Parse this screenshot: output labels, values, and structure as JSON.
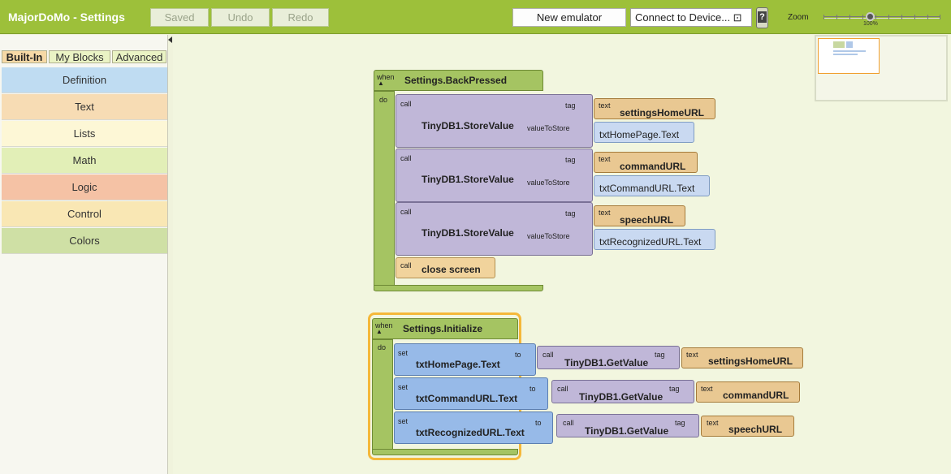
{
  "app": {
    "title": "MajorDoMo - Settings"
  },
  "toolbar": {
    "saved": "Saved",
    "undo": "Undo",
    "redo": "Redo",
    "new_emulator": "New emulator",
    "connect": "Connect to Device... ⊡",
    "phone_help": "?",
    "zoom_label": "Zoom",
    "zoom_value": "100%",
    "zoom_level_percent": 100
  },
  "palette": {
    "tabs": [
      "Built-In",
      "My Blocks",
      "Advanced"
    ],
    "active_tab": "Built-In",
    "drawers": [
      {
        "label": "Definition",
        "color": "#bfdcf2"
      },
      {
        "label": "Text",
        "color": "#f7dcb4"
      },
      {
        "label": "Lists",
        "color": "#fdf7d6"
      },
      {
        "label": "Math",
        "color": "#e2efb7"
      },
      {
        "label": "Logic",
        "color": "#f5c2a5"
      },
      {
        "label": "Control",
        "color": "#f9e7b4"
      },
      {
        "label": "Colors",
        "color": "#cfe0a5"
      }
    ]
  },
  "keywords": {
    "when": "when",
    "do": "do",
    "call": "call",
    "set": "set",
    "to": "to",
    "tag": "tag",
    "text": "text",
    "value_to_store": "valueToStore"
  },
  "blocks": {
    "back_pressed": {
      "event": "Settings.BackPressed",
      "calls": [
        {
          "method": "TinyDB1.StoreValue",
          "tag": "settingsHomeURL",
          "value": "txtHomePage.Text"
        },
        {
          "method": "TinyDB1.StoreValue",
          "tag": "commandURL",
          "value": "txtCommandURL.Text"
        },
        {
          "method": "TinyDB1.StoreValue",
          "tag": "speechURL",
          "value": "txtRecognizedURL.Text"
        }
      ],
      "close": "close screen"
    },
    "initialize": {
      "event": "Settings.Initialize",
      "sets": [
        {
          "property": "txtHomePage.Text",
          "method": "TinyDB1.GetValue",
          "tag": "settingsHomeURL"
        },
        {
          "property": "txtCommandURL.Text",
          "method": "TinyDB1.GetValue",
          "tag": "commandURL"
        },
        {
          "property": "txtRecognizedURL.Text",
          "method": "TinyDB1.GetValue",
          "tag": "speechURL"
        }
      ]
    }
  }
}
